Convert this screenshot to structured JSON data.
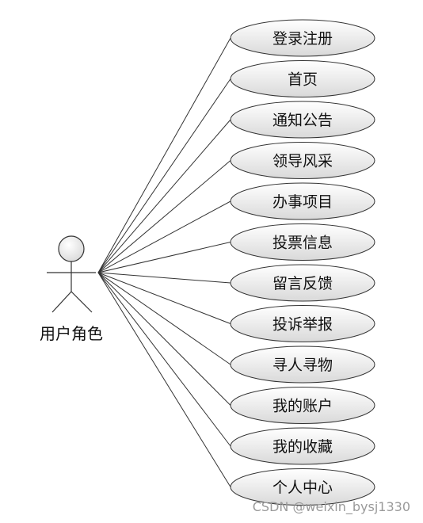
{
  "diagram": {
    "actor": {
      "label": "用户角色",
      "icon": "stick-figure-icon"
    },
    "use_cases": [
      {
        "label": "登录注册"
      },
      {
        "label": "首页"
      },
      {
        "label": "通知公告"
      },
      {
        "label": "领导风采"
      },
      {
        "label": "办事项目"
      },
      {
        "label": "投票信息"
      },
      {
        "label": "留言反馈"
      },
      {
        "label": "投诉举报"
      },
      {
        "label": "寻人寻物"
      },
      {
        "label": "我的账户"
      },
      {
        "label": "我的收藏"
      },
      {
        "label": "个人中心"
      }
    ],
    "colors": {
      "line": "#333333",
      "ellipse_fill_top": "#ffffff",
      "ellipse_fill_bottom": "#d9d9d9",
      "text": "#111111"
    }
  },
  "watermark": "CSDN @weixin_bysj1330"
}
